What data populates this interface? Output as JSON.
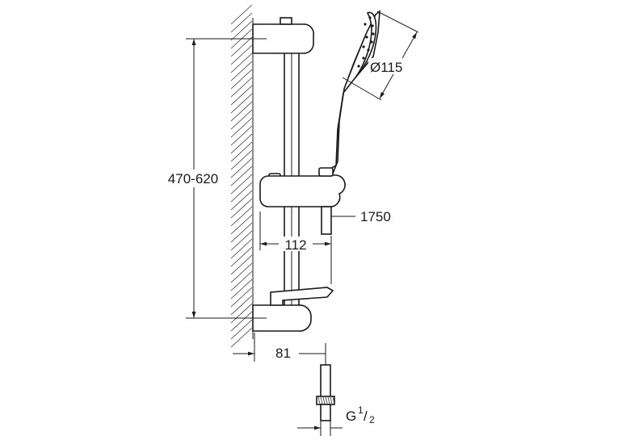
{
  "dimensions": {
    "height_range": "470-620",
    "hose_length": "1750",
    "rail_offset": "112",
    "wall_offset": "81",
    "head_diameter": "Ø115",
    "thread_main": "G",
    "thread_num": "1",
    "thread_den": "2"
  }
}
